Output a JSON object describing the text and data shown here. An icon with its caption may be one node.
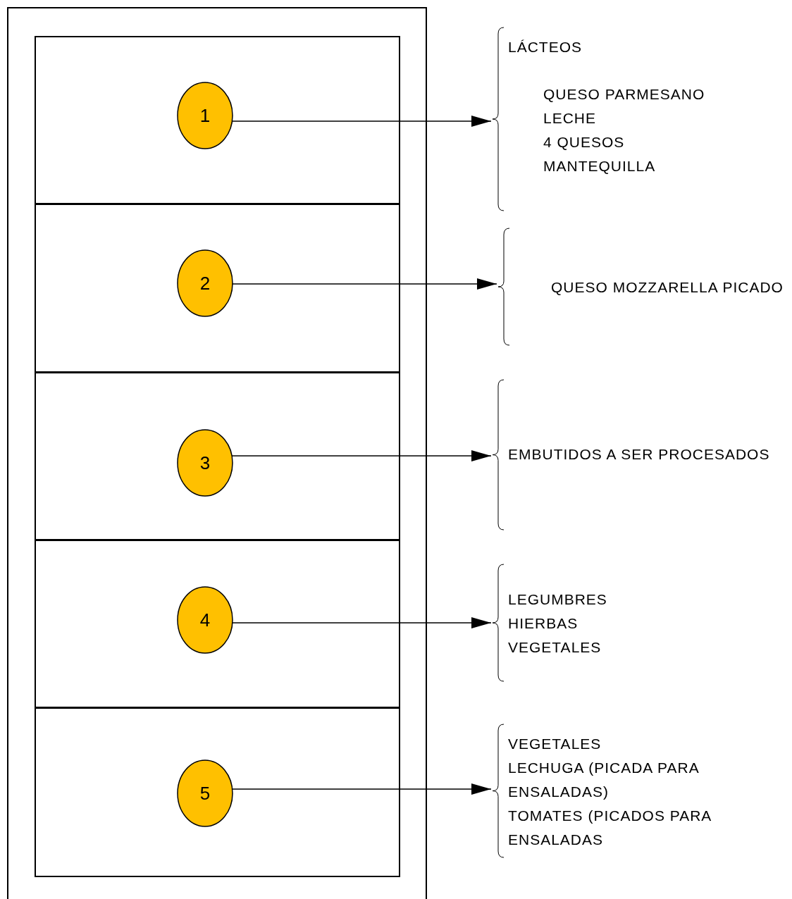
{
  "diagram": {
    "nodes": [
      {
        "text": [],
        "shape": "box"
      },
      {
        "text": [],
        "shape": "box",
        "in": 0
      },
      {
        "text": [
          "1"
        ],
        "in": 1
      },
      {
        "text": [],
        "shape": "box",
        "in": 0
      },
      {
        "text": [
          "2"
        ],
        "in": 3
      },
      {
        "text": [],
        "shape": "box",
        "in": 0
      },
      {
        "text": [
          "3"
        ],
        "in": 5
      },
      {
        "text": [],
        "shape": "box",
        "in": 0
      },
      {
        "text": [
          "4"
        ],
        "in": 7
      },
      {
        "text": [],
        "shape": "box",
        "in": 0
      },
      {
        "text": [
          "5"
        ],
        "in": 9
      },
      {
        "text": [
          "LÁCTEOS",
          "QUESO PARMESANO",
          "LECHE",
          "4 QUESOS",
          "MANTEQUILLA"
        ]
      },
      {
        "text": [
          "QUESO MOZZARELLA PICADO"
        ]
      },
      {
        "text": [
          "EMBUTIDOS A SER PROCESADOS"
        ]
      },
      {
        "text": [
          "LEGUMBRES",
          "HIERBAS",
          "VEGETALES"
        ]
      },
      {
        "text": [
          "VEGETALES",
          "LECHUGA (PICADA PARA ENSALADAS)",
          "TOMATES (PICADOS PARA ENSALADAS"
        ]
      }
    ],
    "edges": [
      {
        "from": 2,
        "to": 11,
        "arrow": "to"
      },
      {
        "from": 4,
        "to": 12,
        "arrow": "to"
      },
      {
        "from": 6,
        "to": 13,
        "arrow": "to"
      },
      {
        "from": 8,
        "to": 14,
        "arrow": "to"
      },
      {
        "from": 10,
        "to": 15,
        "arrow": "to"
      }
    ]
  }
}
